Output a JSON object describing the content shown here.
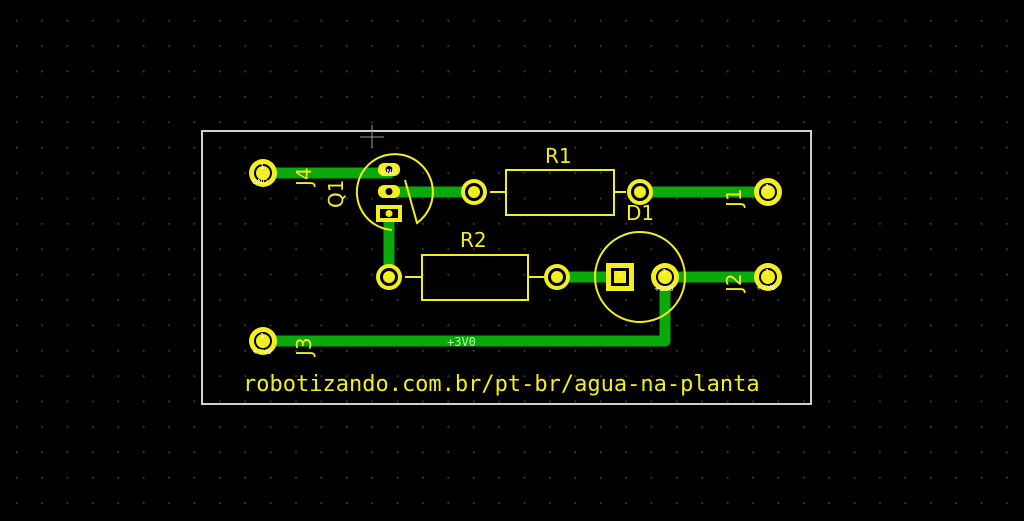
{
  "board": {
    "url_text": "robotizando.com.br/pt-br/agua-na-planta",
    "colors": {
      "background": "#000000",
      "copper": "#0aa80a",
      "silkscreen": "#f2ee20",
      "edge_cuts": "#d0d0d0",
      "pad": "#f2ee20"
    }
  },
  "components": {
    "J1": {
      "ref": "J1",
      "pin": "1"
    },
    "J2": {
      "ref": "J2",
      "pin": "1",
      "net": "+3V0"
    },
    "J3": {
      "ref": "J3",
      "pin": "1",
      "net": "+3V0"
    },
    "J4": {
      "ref": "J4",
      "pin": "1",
      "net": "GND"
    },
    "Q1": {
      "ref": "Q1",
      "pin3_net": "GND"
    },
    "R1": {
      "ref": "R1"
    },
    "R2": {
      "ref": "R2"
    },
    "D1": {
      "ref": "D1",
      "pin1": "1",
      "pin2": "2",
      "pin2_net": "+3V0"
    }
  },
  "nets": {
    "track_label": "+3V0"
  }
}
